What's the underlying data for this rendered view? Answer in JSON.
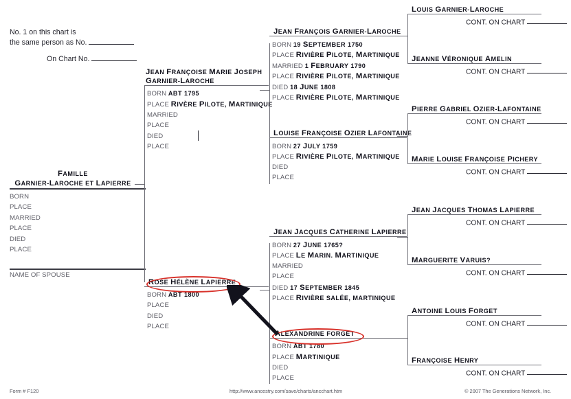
{
  "header_note": {
    "line1": "No. 1 on this chart is",
    "line2": "the same person as No. ",
    "line3": "On Chart No. "
  },
  "root": {
    "title": "Famille",
    "subtitle": "Garnier-Laroche et Lapierre",
    "fields": [
      {
        "label": "BORN",
        "value": ""
      },
      {
        "label": "PLACE",
        "value": ""
      },
      {
        "label": "MARRIED",
        "value": ""
      },
      {
        "label": "PLACE",
        "value": ""
      },
      {
        "label": "DIED",
        "value": ""
      },
      {
        "label": "PLACE",
        "value": ""
      }
    ],
    "spouse_label": "NAME OF SPOUSE"
  },
  "gen2": {
    "father": {
      "name_line1": "Jean Françoise Marie Joseph",
      "name_line2": "Garnier-Laroche",
      "fields": [
        {
          "label": "BORN",
          "value": "abt 1795"
        },
        {
          "label": "PLACE",
          "value": "Rivère Pilote, Martinique"
        },
        {
          "label": "MARRIED",
          "value": ""
        },
        {
          "label": "PLACE",
          "value": ""
        },
        {
          "label": "DIED",
          "value": ""
        },
        {
          "label": "PLACE",
          "value": ""
        }
      ]
    },
    "mother": {
      "name_line1": "Rose Hélène Lapierre",
      "fields": [
        {
          "label": "BORN",
          "value": "abt 1800"
        },
        {
          "label": "PLACE",
          "value": ""
        },
        {
          "label": "DIED",
          "value": ""
        },
        {
          "label": "PLACE",
          "value": ""
        }
      ],
      "annotated": "circled-red"
    }
  },
  "gen3": {
    "pgf": {
      "name": "Jean François Garnier-Laroche",
      "fields": [
        {
          "label": "BORN",
          "value": "19 September 1750"
        },
        {
          "label": "PLACE",
          "value": "Rivière Pilote, Martinique"
        },
        {
          "label": "MARRIED",
          "value": "1 February 1790"
        },
        {
          "label": "PLACE",
          "value": "Rivière Pilote, Martinique"
        },
        {
          "label": "DIED",
          "value": "18 June 1808"
        },
        {
          "label": "PLACE",
          "value": "Rivière Pilote, Martinique"
        }
      ]
    },
    "pgm": {
      "name": "Louise Françoise Ozier LaFontaine",
      "fields": [
        {
          "label": "BORN",
          "value": "27 July 1759"
        },
        {
          "label": "PLACE",
          "value": "Rivière Pilote, Martinique"
        },
        {
          "label": "DIED",
          "value": ""
        },
        {
          "label": "PLACE",
          "value": ""
        }
      ]
    },
    "mgf": {
      "name": "Jean Jacques Catherine Lapierre",
      "fields": [
        {
          "label": "BORN",
          "value": "27 June 1765?"
        },
        {
          "label": "PLACE",
          "value": "Le Marin. Martinique"
        },
        {
          "label": "MARRIED",
          "value": ""
        },
        {
          "label": "PLACE",
          "value": ""
        },
        {
          "label": "DIED",
          "value": "17 September 1845"
        },
        {
          "label": "PLACE",
          "value": "Rivière salée, martinique"
        }
      ]
    },
    "mgm": {
      "name": "Alexandrine forget",
      "fields": [
        {
          "label": "BORN",
          "value": "abt 1780"
        },
        {
          "label": "PLACE",
          "value": "Martinique"
        },
        {
          "label": "DIED",
          "value": ""
        },
        {
          "label": "PLACE",
          "value": ""
        }
      ],
      "annotated": "circled-red"
    }
  },
  "gen4": {
    "cont_label": "CONT. ON CHART ",
    "people": [
      {
        "name": "Louis Garnier-Laroche"
      },
      {
        "name": "Jeanne Véronique Amelin"
      },
      {
        "name": "Pierre Gabriel Ozier-Lafontaine"
      },
      {
        "name": "Marie Louise Françoise Pichery"
      },
      {
        "name": "Jean Jacques Thomas Lapierre"
      },
      {
        "name": "Marguerite Varuis?"
      },
      {
        "name": "Antoine Louis Forget"
      },
      {
        "name": "Françoise Henry"
      }
    ]
  },
  "footer": {
    "form": "Form # F120",
    "url": "http://www.ancestry.com/save/charts/ancchart.htm",
    "copyright": "© 2007 The Generations Network, Inc."
  },
  "colors": {
    "annotation": "#d8312a",
    "rule": "#6e6e76",
    "label": "#5d5d66",
    "value": "#12121c"
  }
}
